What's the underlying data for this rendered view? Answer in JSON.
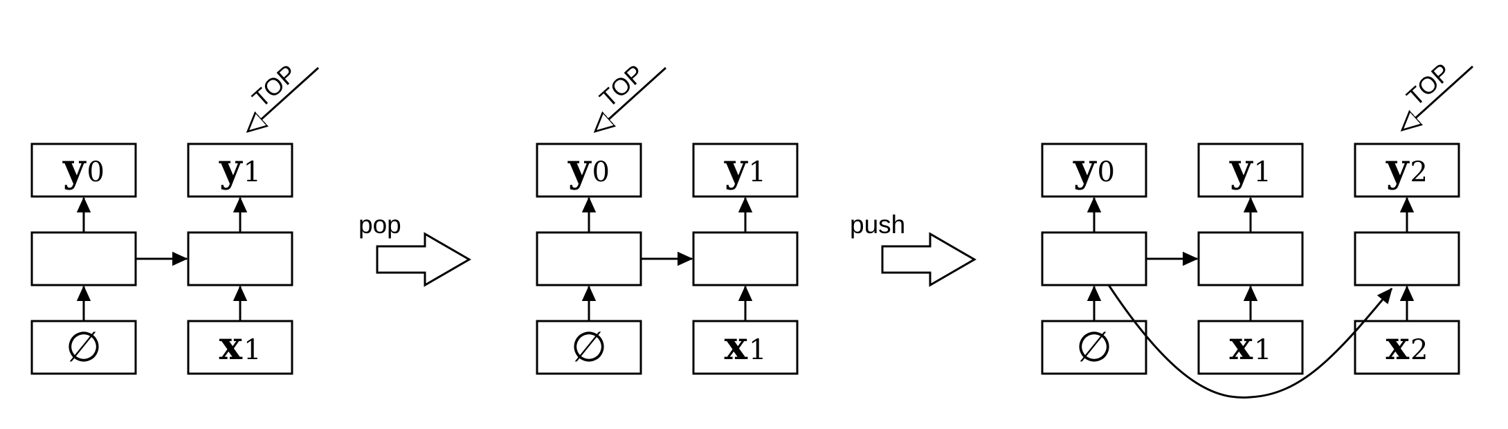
{
  "operations": {
    "pop": "pop",
    "push": "push"
  },
  "top_label": "TOP",
  "stages": [
    {
      "outputs": [
        {
          "base": "y",
          "sub": "0"
        },
        {
          "base": "y",
          "sub": "1"
        }
      ],
      "inputs": [
        {
          "symbol": "∅"
        },
        {
          "base": "x",
          "sub": "1"
        }
      ]
    },
    {
      "outputs": [
        {
          "base": "y",
          "sub": "0"
        },
        {
          "base": "y",
          "sub": "1"
        }
      ],
      "inputs": [
        {
          "symbol": "∅"
        },
        {
          "base": "x",
          "sub": "1"
        }
      ]
    },
    {
      "outputs": [
        {
          "base": "y",
          "sub": "0"
        },
        {
          "base": "y",
          "sub": "1"
        },
        {
          "base": "y",
          "sub": "2"
        }
      ],
      "inputs": [
        {
          "symbol": "∅"
        },
        {
          "base": "x",
          "sub": "1"
        },
        {
          "base": "x",
          "sub": "2"
        }
      ]
    }
  ]
}
